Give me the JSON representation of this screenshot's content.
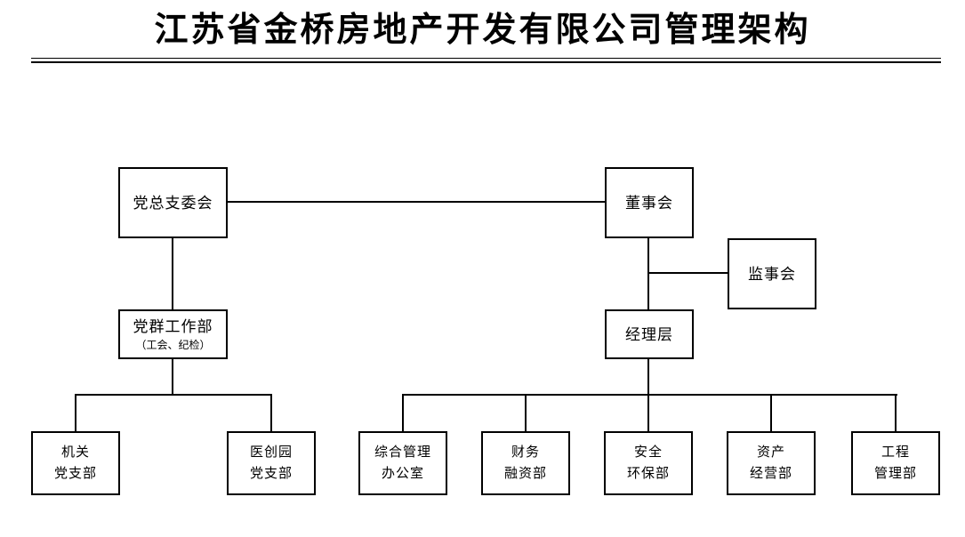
{
  "title": "江苏省金桥房地产开发有限公司管理架构",
  "colors": {
    "background": "#ffffff",
    "line": "#000000",
    "text": "#000000"
  },
  "org_chart": {
    "nodes": {
      "party_general_branch_committee": {
        "lines": [
          "党总支委会"
        ]
      },
      "board_of_directors": {
        "lines": [
          "董事会"
        ]
      },
      "board_of_supervisors": {
        "lines": [
          "监事会"
        ]
      },
      "party_mass_work_dept": {
        "lines": [
          "党群工作部",
          "（工会、纪检）"
        ]
      },
      "management_level": {
        "lines": [
          "经理层"
        ]
      },
      "organ_party_branch": {
        "lines": [
          "机关",
          "党支部"
        ]
      },
      "medical_park_party_branch": {
        "lines": [
          "医创园",
          "党支部"
        ]
      },
      "general_admin_office": {
        "lines": [
          "综合管理",
          "办公室"
        ]
      },
      "finance_financing_dept": {
        "lines": [
          "财务",
          "融资部"
        ]
      },
      "safety_environment_dept": {
        "lines": [
          "安全",
          "环保部"
        ]
      },
      "asset_operation_dept": {
        "lines": [
          "资产",
          "经营部"
        ]
      },
      "engineering_management_dept": {
        "lines": [
          "工程",
          "管理部"
        ]
      }
    },
    "edges": [
      {
        "from": "party_general_branch_committee",
        "to": "board_of_directors"
      },
      {
        "from": "party_general_branch_committee",
        "to": "party_mass_work_dept"
      },
      {
        "from": "board_of_directors",
        "to": "board_of_supervisors"
      },
      {
        "from": "board_of_directors",
        "to": "management_level"
      },
      {
        "from": "party_mass_work_dept",
        "to": "organ_party_branch"
      },
      {
        "from": "party_mass_work_dept",
        "to": "medical_park_party_branch"
      },
      {
        "from": "management_level",
        "to": "general_admin_office"
      },
      {
        "from": "management_level",
        "to": "finance_financing_dept"
      },
      {
        "from": "management_level",
        "to": "safety_environment_dept"
      },
      {
        "from": "management_level",
        "to": "asset_operation_dept"
      },
      {
        "from": "management_level",
        "to": "engineering_management_dept"
      }
    ]
  }
}
